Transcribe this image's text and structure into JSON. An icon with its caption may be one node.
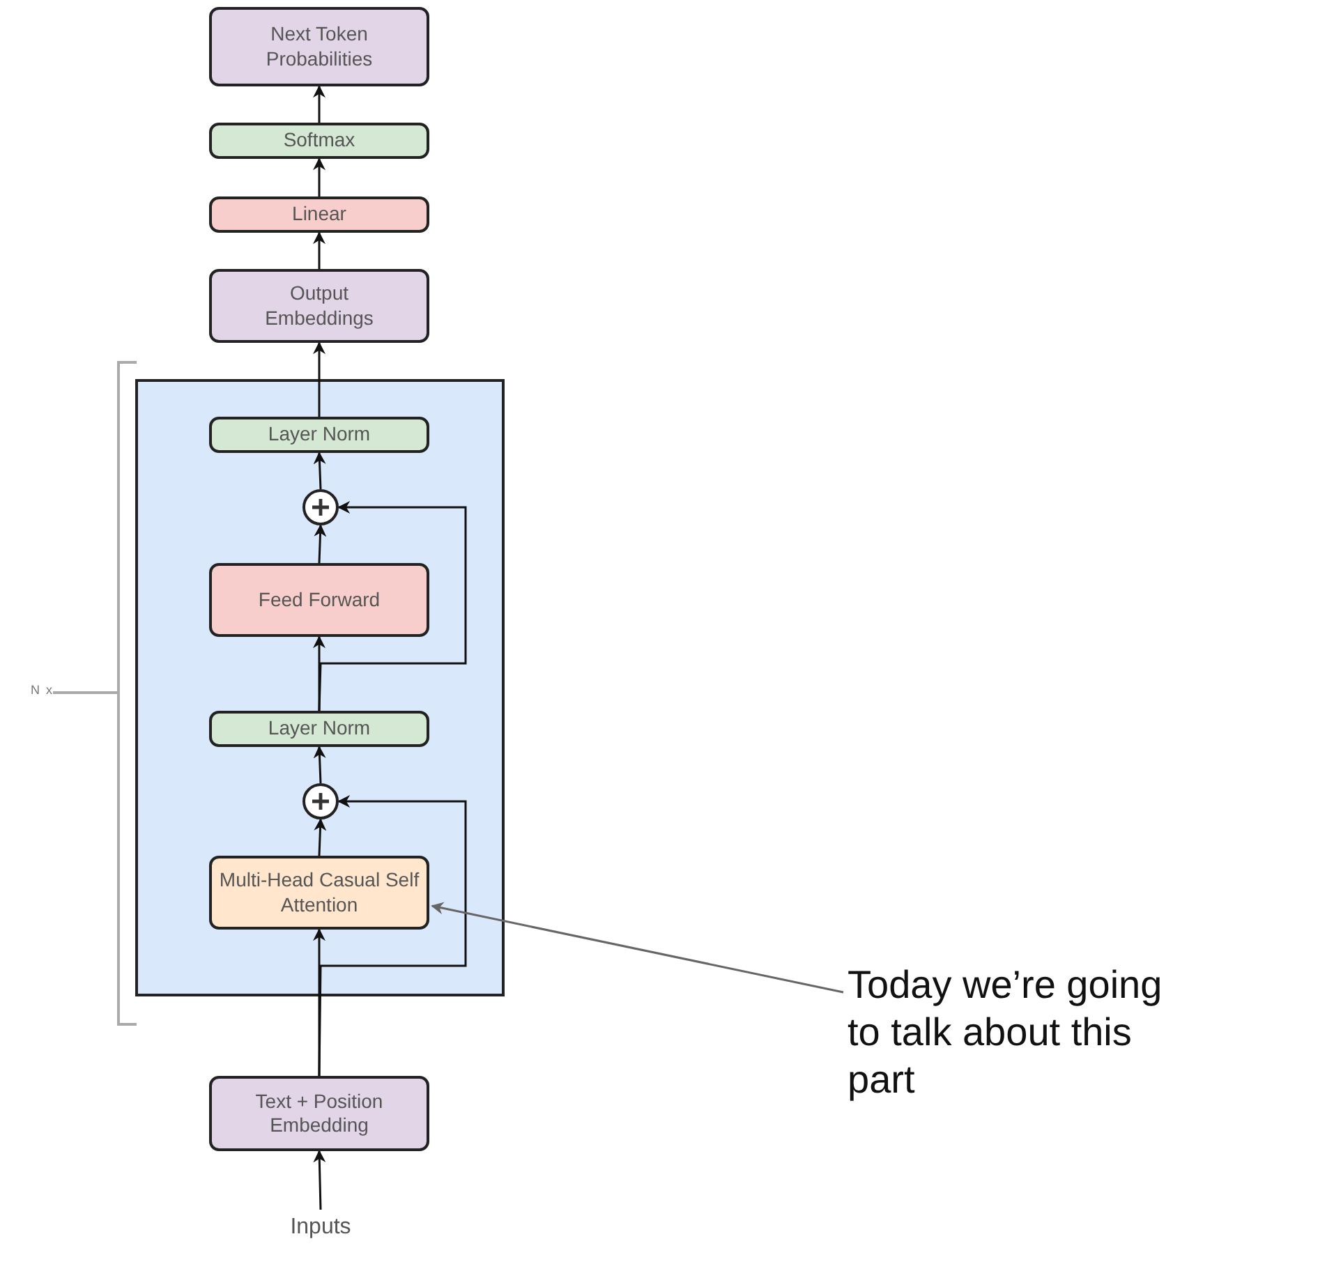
{
  "diagram": {
    "nodes": [
      {
        "text": [
          "Next Token Probabilities"
        ]
      },
      {
        "text": [
          "Softmax"
        ]
      },
      {
        "text": [
          "Linear"
        ]
      },
      {
        "text": [
          "Output Embeddings"
        ]
      },
      {
        "text": [],
        "shape": "box"
      },
      {
        "text": [
          "Layer Norm"
        ],
        "in": 4
      },
      {
        "text": [],
        "shape": "circle",
        "in": 4
      },
      {
        "text": [
          "Feed Forward"
        ],
        "in": 4
      },
      {
        "text": [
          "Layer Norm"
        ],
        "in": 4
      },
      {
        "text": [],
        "shape": "circle",
        "in": 4
      },
      {
        "text": [
          "Multi-Head Casual Self Attention"
        ],
        "in": 4
      },
      {
        "text": [
          "Text + Position Embedding"
        ]
      },
      {
        "text": [
          "Inputs"
        ]
      },
      {
        "text": [
          "Today we’re going to talk about this part"
        ]
      }
    ],
    "edges": [
      {
        "from": 12,
        "to": 11,
        "arrow": "to"
      },
      {
        "from": 11,
        "to": 10,
        "arrow": "to"
      },
      {
        "from": 11,
        "to": 9,
        "arrow": "to"
      },
      {
        "from": 10,
        "to": 9,
        "arrow": "to"
      },
      {
        "from": 9,
        "to": 8,
        "arrow": "to"
      },
      {
        "from": 8,
        "to": 7,
        "arrow": "to"
      },
      {
        "from": 8,
        "to": 6,
        "arrow": "to"
      },
      {
        "from": 7,
        "to": 6,
        "arrow": "to"
      },
      {
        "from": 6,
        "to": 5,
        "arrow": "to"
      },
      {
        "from": 5,
        "to": 3,
        "arrow": "to"
      },
      {
        "from": 3,
        "to": 2,
        "arrow": "to"
      },
      {
        "from": 2,
        "to": 1,
        "arrow": "to"
      },
      {
        "from": 1,
        "to": 0,
        "arrow": "to"
      },
      {
        "from": 13,
        "to": 10,
        "arrow": "to",
        "color": "#666666"
      }
    ],
    "labels": [
      "N x"
    ]
  }
}
